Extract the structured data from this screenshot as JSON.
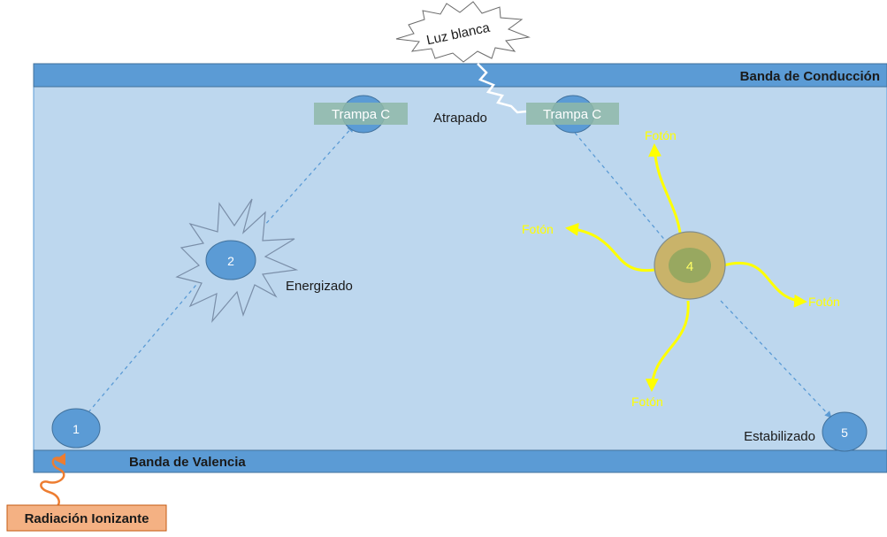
{
  "bands": {
    "conduction": "Banda de Conducción",
    "valence": "Banda de Valencia"
  },
  "sources": {
    "white_light": "Luz blanca",
    "ionizing_radiation": "Radiación Ionizante"
  },
  "traps": {
    "left": "Trampa C",
    "right": "Trampa C"
  },
  "states": {
    "energized": "Energizado",
    "trapped": "Atrapado",
    "stabilized": "Estabilizado"
  },
  "electrons": [
    "1",
    "2",
    "4",
    "5"
  ],
  "photons": {
    "top": "Fotón",
    "left": "Fotón",
    "right": "Fotón",
    "bottom": "Fotón"
  },
  "colors": {
    "band_fill": "#5b9bd5",
    "band_gap_fill": "#bdd7ee",
    "electron_fill": "#5b9bd5",
    "trap_fill": "#8fb9a8",
    "photon": "#ffff00",
    "emission_ring": "#c9b36a",
    "emission_core": "#98a860",
    "radiation_label_fill": "#f4b183",
    "radiation_wave": "#ed7d31"
  }
}
